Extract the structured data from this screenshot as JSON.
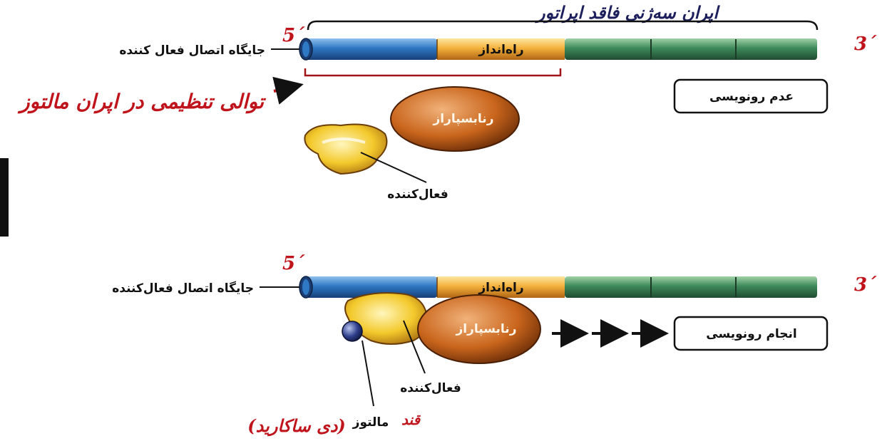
{
  "colors": {
    "blue_region": "#2f78c4",
    "promoter_region": "#f4b23c",
    "gene_region": "#3e8a5b",
    "polymerase": "#c9651c",
    "activator": "#f3c92c",
    "maltose": "#2f3f8c",
    "handwriting_red": "#c0141c",
    "handwriting_blue": "#1c1f5c"
  },
  "top": {
    "handwritten_title": "اپران سه‌ژنی فاقد اپراتور",
    "five_prime": "5´",
    "three_prime": "3´",
    "binding_site_label": "جایگاه اتصال فعال کننده",
    "promoter_label": "راه‌انداز",
    "regulatory_note": "توالی تنظیمی در اپران مالتوز",
    "polymerase_label": "رنابسپاراز",
    "activator_label": "فعال‌کننده",
    "status_label": "عدم رونویسی"
  },
  "bottom": {
    "five_prime": "5´",
    "three_prime": "3´",
    "binding_site_label": "جایگاه اتصال فعال‌کننده",
    "promoter_label": "راه‌انداز",
    "polymerase_label": "رنابسپاراز",
    "activator_label": "فعال‌کننده",
    "maltose_prefix": "قند",
    "maltose_label": "مالتوز",
    "maltose_note": "(دی ساکارید)",
    "status_label": "انجام رونویسی"
  }
}
